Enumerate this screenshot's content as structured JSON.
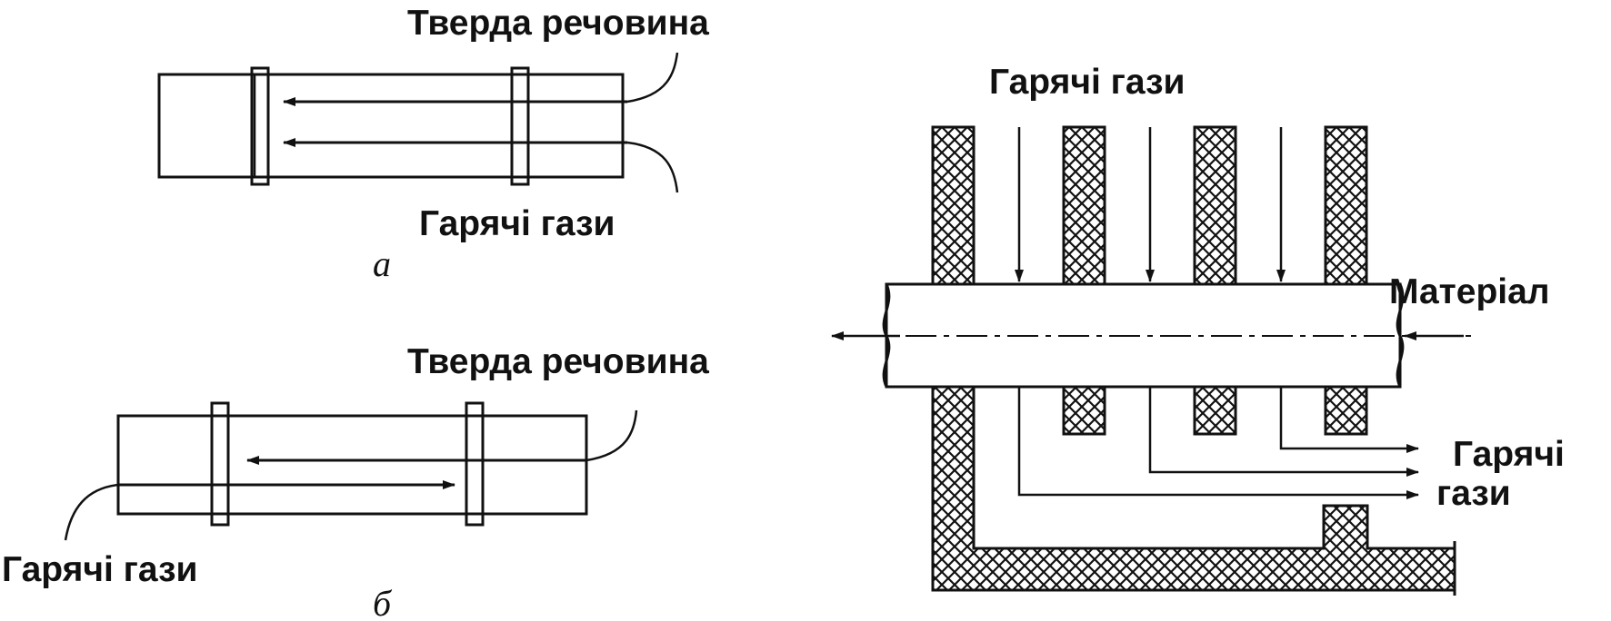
{
  "diagram_a": {
    "label_solid": "Тверда речовина",
    "label_gas": "Гарячі гази",
    "caption": "а"
  },
  "diagram_b": {
    "label_solid": "Тверда речовина",
    "label_gas": "Гарячі гази",
    "caption": "б"
  },
  "diagram_c": {
    "label_gas_in": "Гарячі гази",
    "label_material": "Матеріал",
    "label_gas_out_line1": "Гарячі",
    "label_gas_out_line2": "гази"
  }
}
